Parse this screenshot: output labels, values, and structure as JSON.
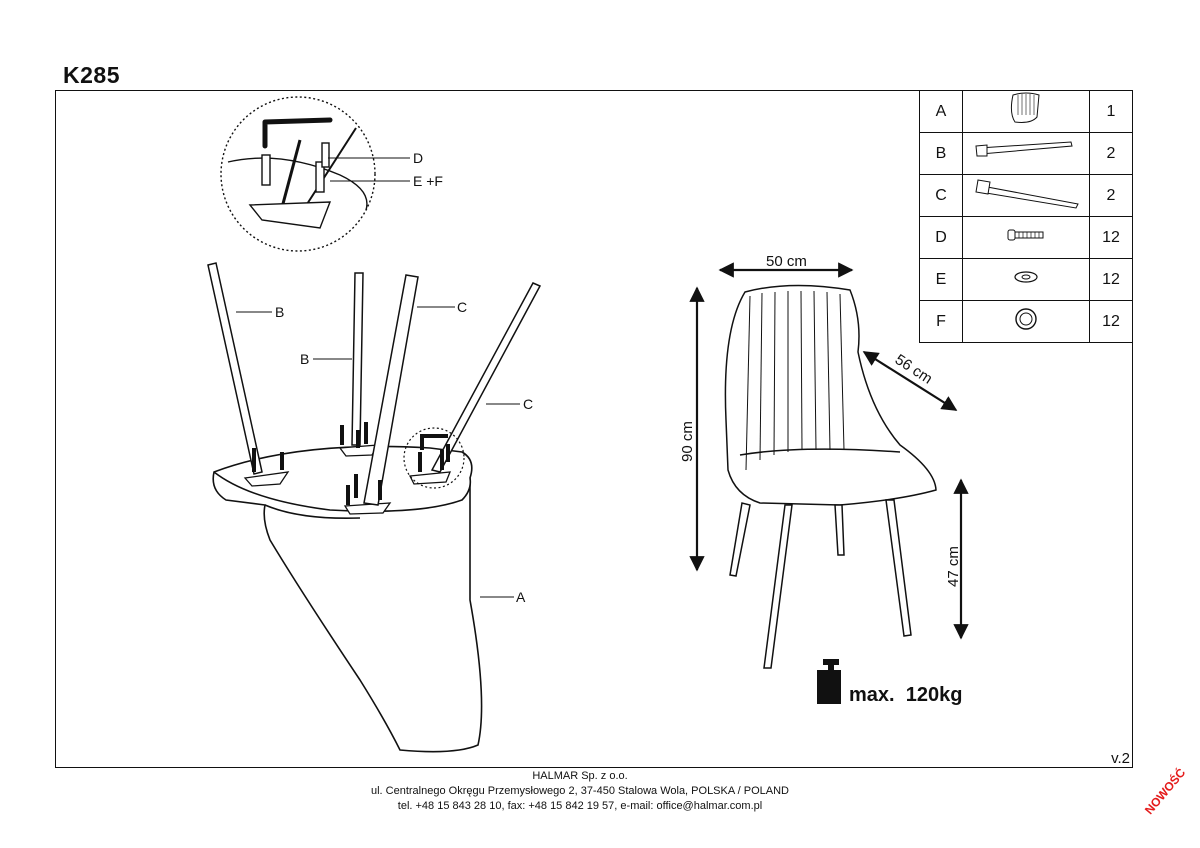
{
  "title": "K285",
  "parts": [
    {
      "letter": "A",
      "icon": "chair-seat-icon",
      "qty": "1"
    },
    {
      "letter": "B",
      "icon": "short-leg-icon",
      "qty": "2"
    },
    {
      "letter": "C",
      "icon": "long-leg-icon",
      "qty": "2"
    },
    {
      "letter": "D",
      "icon": "bolt-icon",
      "qty": "12"
    },
    {
      "letter": "E",
      "icon": "flat-washer-icon",
      "qty": "12"
    },
    {
      "letter": "F",
      "icon": "spring-washer-icon",
      "qty": "12"
    }
  ],
  "callouts": {
    "detail_d": "D",
    "detail_ef": "E +F",
    "leg_b": "B",
    "leg_c": "C",
    "seat_a": "A"
  },
  "dimensions": {
    "width": "50 cm",
    "depth": "56 cm",
    "height": "90 cm",
    "seat_height": "47 cm"
  },
  "max_load": {
    "prefix": "max.",
    "value": "120kg"
  },
  "version": "v.2",
  "footer": {
    "line1": "HALMAR Sp. z o.o.",
    "line2": "ul. Centralnego Okręgu Przemysłowego 2, 37-450 Stalowa Wola, POLSKA / POLAND",
    "line3": "tel. +48 15 843 28 10, fax: +48 15 842 19 57, e-mail: office@halmar.com.pl"
  },
  "badge": "NOWOŚĆ",
  "colors": {
    "line": "#111111",
    "badge": "#e41b1b"
  }
}
